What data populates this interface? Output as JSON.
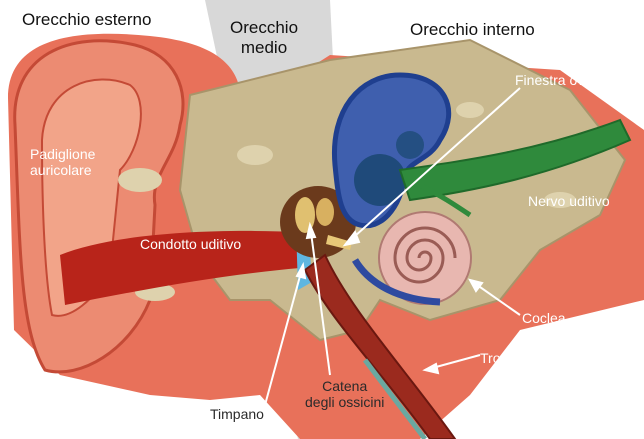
{
  "sections": {
    "outer": "Orecchio esterno",
    "middle": "Orecchio\nmedio",
    "inner": "Orecchio interno"
  },
  "labels": {
    "pinna": "Padiglione\nauricolare",
    "ear_canal": "Condotto uditivo",
    "oval_window": "Finestra ovale",
    "auditory_nerve": "Nervo uditivo",
    "cochlea": "Coclea",
    "eustachian_tube": "Tromba di Eustachio",
    "ossicles": "Catena\ndegli ossicini",
    "eardrum": "Timpano"
  },
  "colors": {
    "skin": "#e8715a",
    "skin_dark": "#c44a36",
    "canal": "#b8241a",
    "bone": "#c9b98f",
    "bone_light": "#ded2ad",
    "vestibular": "#1f3f8f",
    "vestibular_fill": "#3f5fae",
    "cochlea": "#e8b7b0",
    "nerve": "#2f8a3c",
    "middle_band": "#d8d8d8"
  }
}
